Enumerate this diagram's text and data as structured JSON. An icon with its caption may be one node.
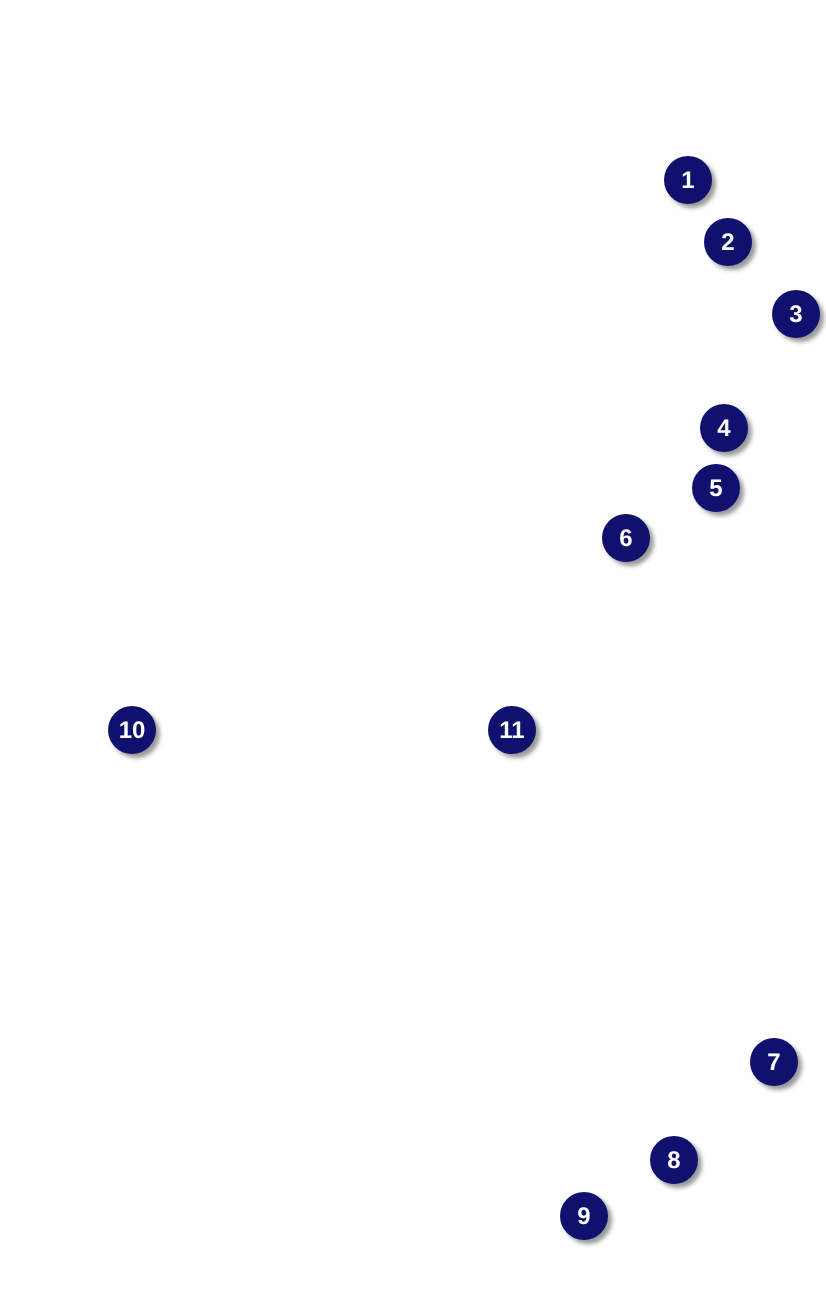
{
  "diagram": {
    "labels": [
      "1",
      "2",
      "3",
      "4",
      "5",
      "6",
      "10",
      "11",
      "7",
      "8",
      "9"
    ]
  }
}
